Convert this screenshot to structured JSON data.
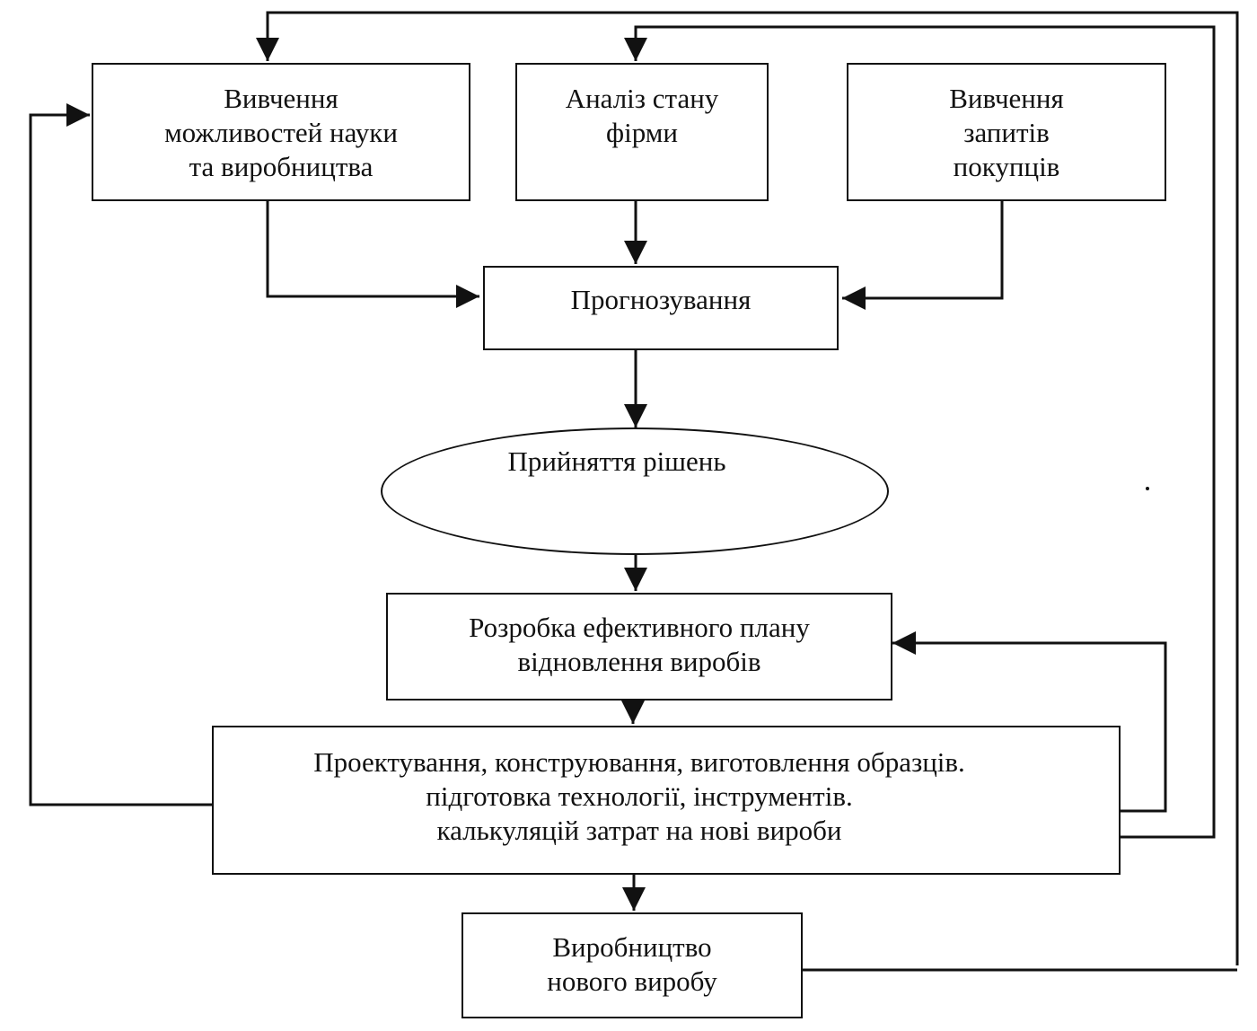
{
  "nodes": {
    "science": {
      "lines": [
        "Вивчення",
        "можливостей науки",
        "та виробництва"
      ]
    },
    "firm": {
      "lines": [
        "Аналіз стану",
        "фірми"
      ]
    },
    "buyers": {
      "lines": [
        "Вивчення",
        "запитів",
        "покупців"
      ]
    },
    "forecast": {
      "lines": [
        "Прогнозування"
      ]
    },
    "decision": {
      "lines": [
        "Прийняття рішень"
      ]
    },
    "plan": {
      "lines": [
        "Розробка ефективного плану",
        "відновлення виробів"
      ]
    },
    "design": {
      "lines": [
        "Проектування, конструювання, виготовлення образців.",
        "підготовка технології, інструментів.",
        "калькуляцій затрат на нові вироби"
      ]
    },
    "production": {
      "lines": [
        "Виробництво",
        "нового виробу"
      ]
    }
  }
}
